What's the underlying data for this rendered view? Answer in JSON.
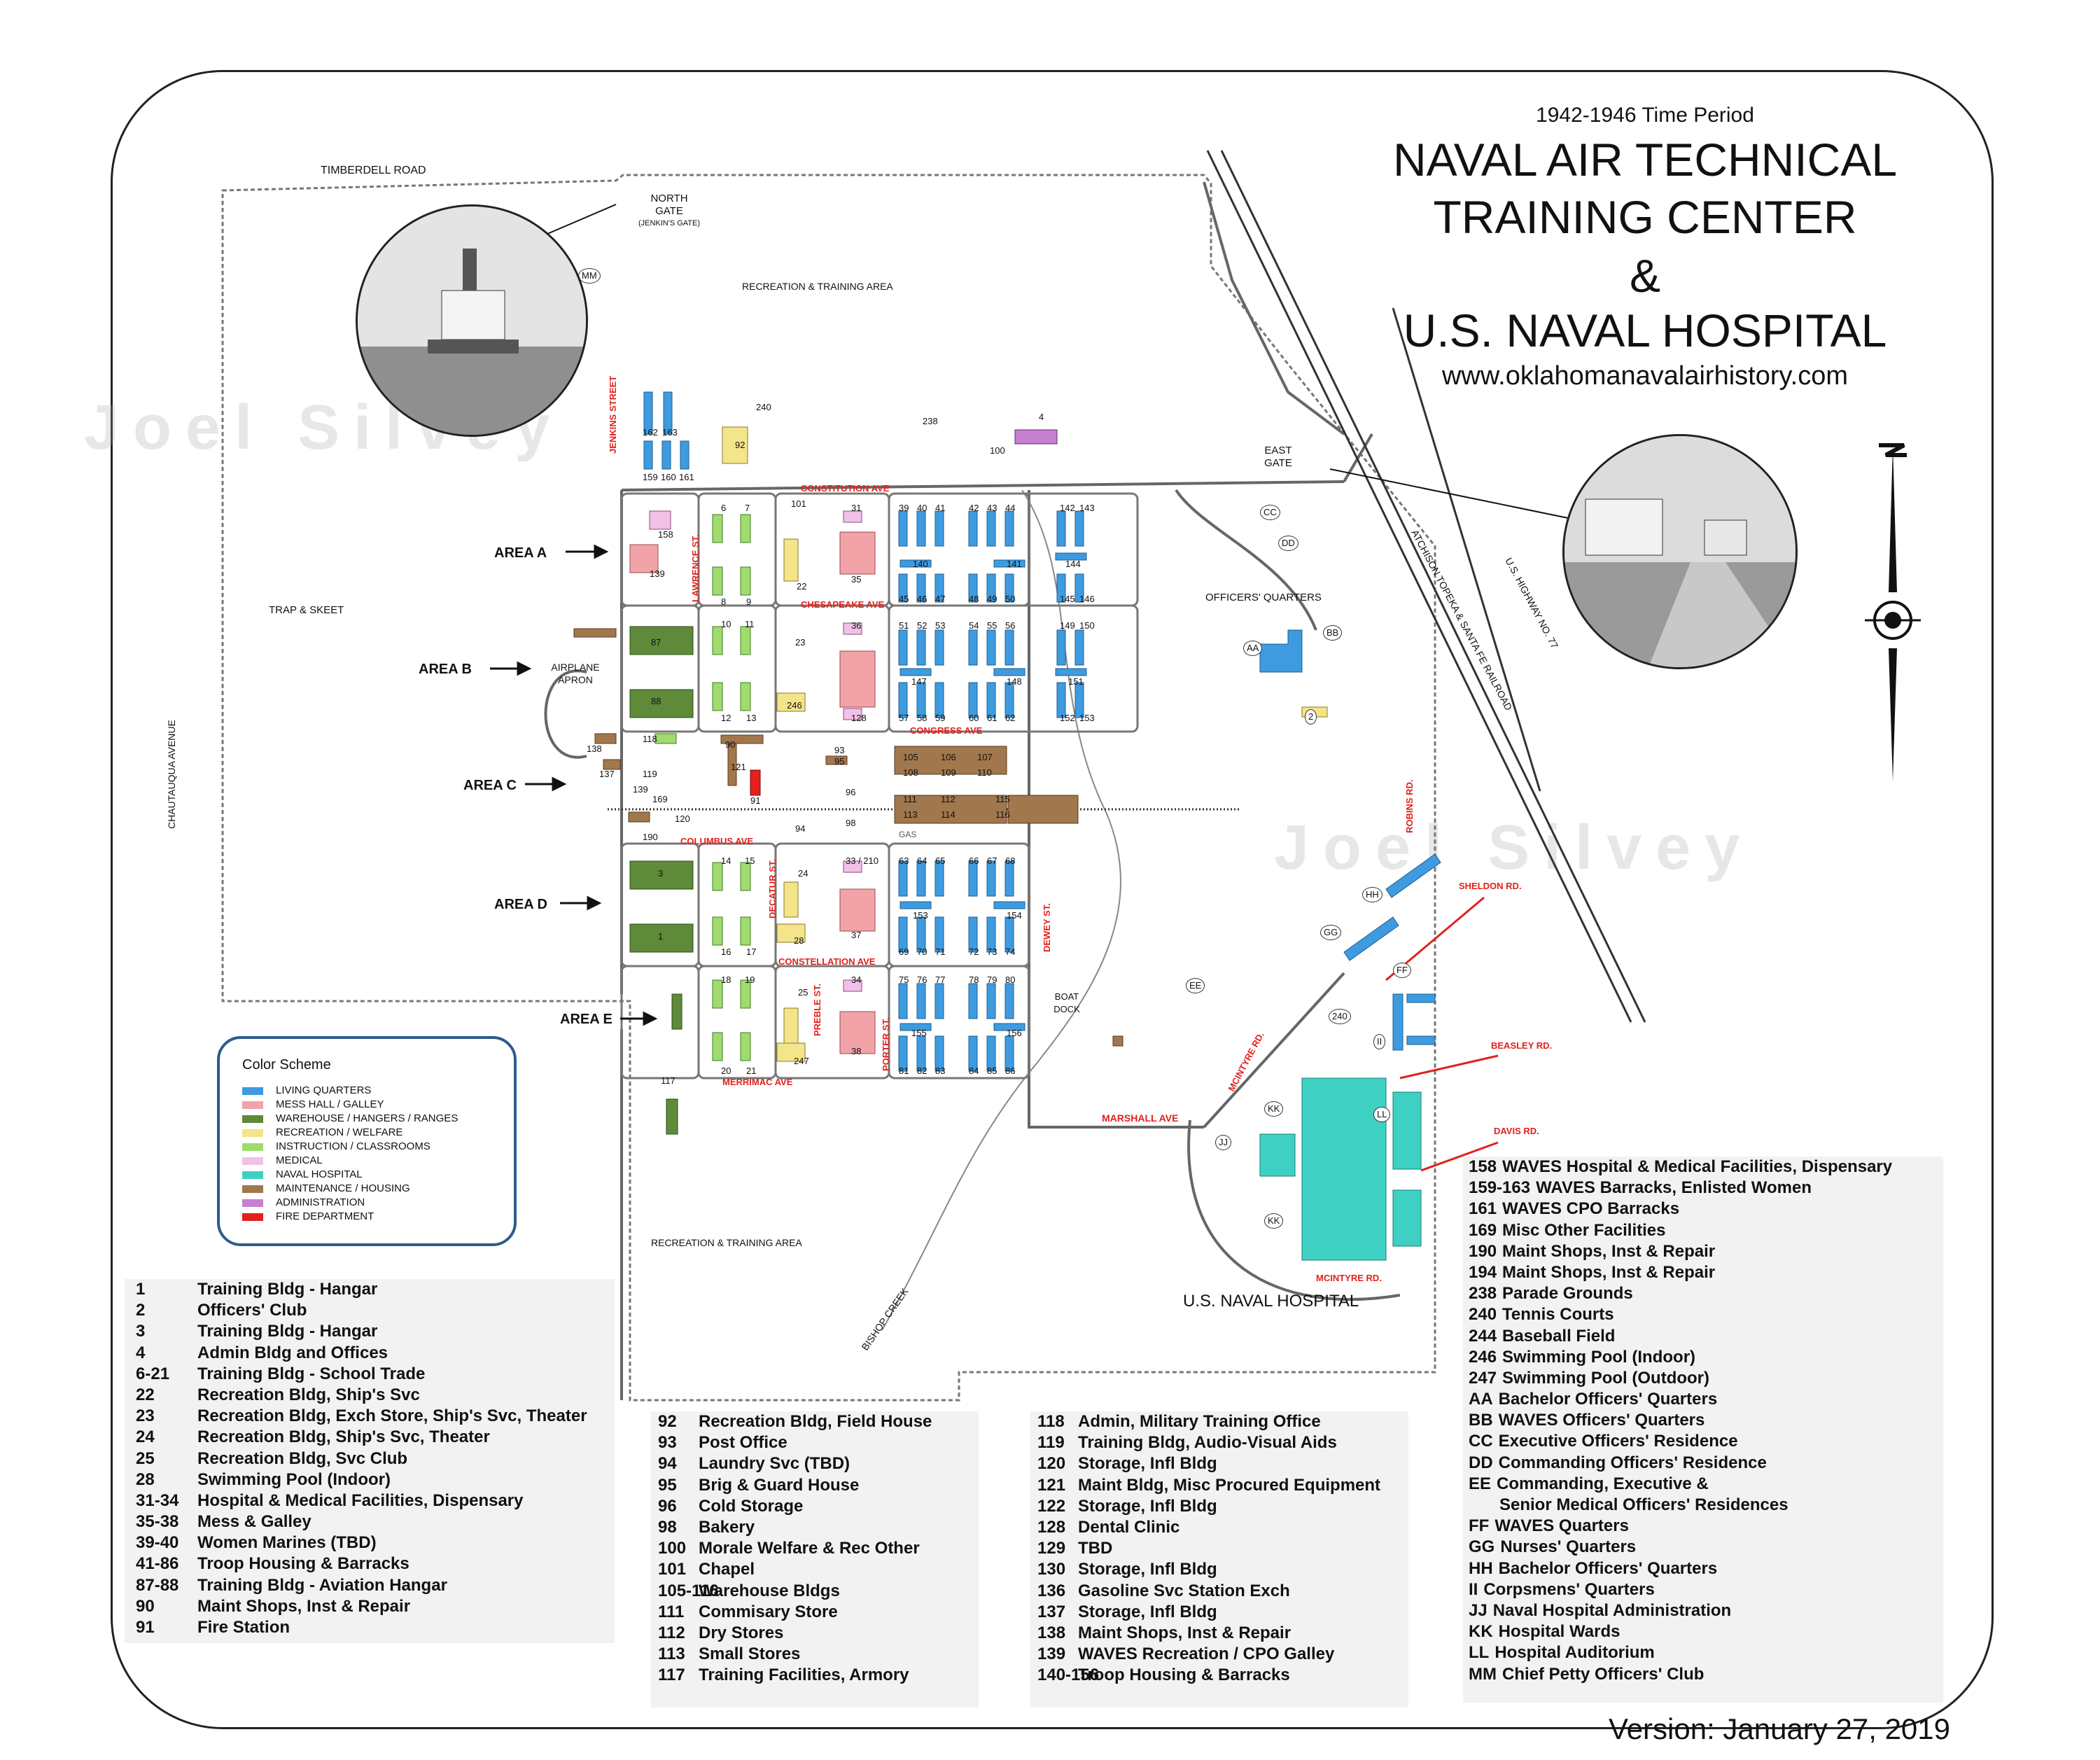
{
  "title": {
    "period": "1942-1946 Time Period",
    "line1": "NAVAL AIR TECHNICAL",
    "line2": "TRAINING CENTER",
    "ampersand": "&",
    "line3": "U.S. NAVAL HOSPITAL",
    "url": "www.oklahomanavalairhistory.com"
  },
  "version": "Version: January 27, 2019",
  "watermark": "Joel Silvey",
  "map_labels": {
    "timberdell": "TIMBERDELL ROAD",
    "north_gate": [
      "NORTH",
      "GATE",
      "(JENKIN'S GATE)"
    ],
    "rec_training_top": "RECREATION & TRAINING AREA",
    "rec_training_bottom": "RECREATION & TRAINING AREA",
    "trap_skeet": "TRAP & SKEET",
    "chautauqua": "CHAUTAUQUA AVENUE",
    "airplane_apron": [
      "AIRPLANE",
      "APRON"
    ],
    "jenkins": "JENKINS STREET",
    "lawrence": "LAWRENCE ST.",
    "decatur": "DECATUR ST.",
    "preble": "PREBLE ST.",
    "porter": "PORTER ST.",
    "dewey": "DEWEY ST.",
    "robins": "ROBINS RD.",
    "constitution": "CONSTITUTION AVE",
    "chesapeake": "CHESAPEAKE AVE",
    "congress": "CONGRESS AVE",
    "columbus": "COLUMBUS AVE",
    "constellation": "CONSTELLATION AVE",
    "merrimac": "MERRIMAC AVE",
    "marshall": "MARSHALL AVE",
    "mcintyre1": "MCINTYRE RD.",
    "mcintyre2": "MCINTYRE RD.",
    "sheldon": "SHELDON RD.",
    "beasley": "BEASLEY RD.",
    "davis": "DAVIS RD.",
    "east_gate": [
      "EAST",
      "GATE"
    ],
    "officers_quarters": "OFFICERS' QUARTERS",
    "railroad": "ATCHISON TOPEKA & SANTA FE RAILROAD",
    "highway": "U.S. HIGHWAY NO. 77",
    "boat_dock": [
      "BOAT",
      "DOCK"
    ],
    "gas": "GAS",
    "bishop_creek": "BISHOP CREEK",
    "us_naval_hospital": "U.S.  NAVAL  HOSPITAL",
    "area_a": "AREA A",
    "area_b": "AREA B",
    "area_c": "AREA C",
    "area_d": "AREA D",
    "area_e": "AREA E"
  },
  "building_numbers": {
    "top": [
      "162",
      "163",
      "159",
      "160",
      "161",
      "240",
      "92",
      "238",
      "100",
      "4"
    ],
    "area_a": [
      "158",
      "139",
      "6",
      "7",
      "8",
      "9",
      "101",
      "22",
      "31",
      "35",
      "39",
      "40",
      "41",
      "42",
      "43",
      "44",
      "140",
      "141",
      "45",
      "46",
      "47",
      "48",
      "49",
      "50",
      "142",
      "143",
      "144",
      "145",
      "146"
    ],
    "area_b": [
      "87",
      "88",
      "10",
      "11",
      "12",
      "13",
      "23",
      "246",
      "36",
      "128",
      "51",
      "52",
      "53",
      "54",
      "55",
      "56",
      "147",
      "148",
      "57",
      "58",
      "59",
      "60",
      "61",
      "62",
      "149",
      "150",
      "151",
      "152",
      "153"
    ],
    "area_c": [
      "138",
      "137",
      "118",
      "119",
      "139",
      "169",
      "120",
      "190",
      "90",
      "121",
      "91",
      "93",
      "95",
      "96",
      "98",
      "94",
      "105",
      "106",
      "107",
      "108",
      "109",
      "110",
      "111",
      "112",
      "115",
      "113",
      "114",
      "116"
    ],
    "area_d": [
      "3",
      "1",
      "14",
      "15",
      "16",
      "17",
      "24",
      "28",
      "33 / 210",
      "37",
      "63",
      "64",
      "65",
      "66",
      "67",
      "68",
      "153",
      "154",
      "69",
      "70",
      "71",
      "72",
      "73",
      "74"
    ],
    "area_e": [
      "117",
      "18",
      "19",
      "20",
      "21",
      "25",
      "247",
      "34",
      "38",
      "75",
      "76",
      "77",
      "78",
      "79",
      "80",
      "155",
      "156",
      "81",
      "82",
      "83",
      "84",
      "85",
      "86"
    ],
    "letters": [
      "MM",
      "CC",
      "DD",
      "AA",
      "BB",
      "2",
      "HH",
      "GG",
      "FF",
      "EE",
      "240",
      "II",
      "KK",
      "LL",
      "JJ",
      "KK"
    ]
  },
  "legend": {
    "title": "Color Scheme",
    "items": [
      {
        "label": "LIVING QUARTERS",
        "color": "#3e9be0"
      },
      {
        "label": "MESS HALL / GALLEY",
        "color": "#f1a3a8"
      },
      {
        "label": "WAREHOUSE / HANGERS / RANGES",
        "color": "#5f8a3a"
      },
      {
        "label": "RECREATION / WELFARE",
        "color": "#f4e48a"
      },
      {
        "label": "INSTRUCTION / CLASSROOMS",
        "color": "#9fdc6c"
      },
      {
        "label": "MEDICAL",
        "color": "#f1c1e8"
      },
      {
        "label": "NAVAL HOSPITAL",
        "color": "#3fd0c4"
      },
      {
        "label": "MAINTENANCE / HOUSING",
        "color": "#a1774d"
      },
      {
        "label": "ADMINISTRATION",
        "color": "#c77fd0"
      },
      {
        "label": "FIRE DEPARTMENT",
        "color": "#e3201b"
      }
    ]
  },
  "key_left": [
    {
      "num": "1",
      "desc": "Training Bldg - Hangar"
    },
    {
      "num": "2",
      "desc": "Officers' Club"
    },
    {
      "num": "3",
      "desc": "Training Bldg - Hangar"
    },
    {
      "num": "4",
      "desc": "Admin Bldg and Offices"
    },
    {
      "num": "6-21",
      "desc": "Training Bldg - School Trade"
    },
    {
      "num": "22",
      "desc": "Recreation Bldg, Ship's Svc"
    },
    {
      "num": "23",
      "desc": "Recreation Bldg, Exch Store, Ship's Svc, Theater"
    },
    {
      "num": "24",
      "desc": "Recreation Bldg, Ship's Svc, Theater"
    },
    {
      "num": "25",
      "desc": "Recreation Bldg, Svc Club"
    },
    {
      "num": "28",
      "desc": "Swimming Pool (Indoor)"
    },
    {
      "num": "31-34",
      "desc": "Hospital & Medical Facilities, Dispensary"
    },
    {
      "num": "35-38",
      "desc": "Mess & Galley"
    },
    {
      "num": "39-40",
      "desc": "Women Marines (TBD)"
    },
    {
      "num": "41-86",
      "desc": "Troop Housing & Barracks"
    },
    {
      "num": "87-88",
      "desc": "Training Bldg - Aviation Hangar"
    },
    {
      "num": "90",
      "desc": "Maint Shops, Inst & Repair"
    },
    {
      "num": "91",
      "desc": "Fire Station"
    }
  ],
  "key_mid1": [
    {
      "num": "92",
      "desc": "Recreation Bldg, Field House"
    },
    {
      "num": "93",
      "desc": "Post Office"
    },
    {
      "num": "94",
      "desc": "Laundry Svc (TBD)"
    },
    {
      "num": "95",
      "desc": "Brig & Guard House"
    },
    {
      "num": "96",
      "desc": "Cold Storage"
    },
    {
      "num": "98",
      "desc": "Bakery"
    },
    {
      "num": "100",
      "desc": "Morale Welfare & Rec Other"
    },
    {
      "num": "101",
      "desc": "Chapel"
    },
    {
      "num": "105-116",
      "desc": "Warehouse Bldgs"
    },
    {
      "num": "111",
      "desc": "Commisary Store"
    },
    {
      "num": "112",
      "desc": "Dry Stores"
    },
    {
      "num": "113",
      "desc": "Small Stores"
    },
    {
      "num": "117",
      "desc": "Training Facilities, Armory"
    }
  ],
  "key_mid2": [
    {
      "num": "118",
      "desc": "Admin, Military Training Office"
    },
    {
      "num": "119",
      "desc": "Training Bldg, Audio-Visual Aids"
    },
    {
      "num": "120",
      "desc": "Storage, Infl Bldg"
    },
    {
      "num": "121",
      "desc": "Maint Bldg, Misc Procured Equipment"
    },
    {
      "num": "122",
      "desc": "Storage, Infl Bldg"
    },
    {
      "num": "128",
      "desc": "Dental Clinic"
    },
    {
      "num": "129",
      "desc": "TBD"
    },
    {
      "num": "130",
      "desc": "Storage, Infl Bldg"
    },
    {
      "num": "136",
      "desc": "Gasoline Svc Station Exch"
    },
    {
      "num": "137",
      "desc": "Storage, Infl Bldg"
    },
    {
      "num": "138",
      "desc": "Maint Shops, Inst & Repair"
    },
    {
      "num": "139",
      "desc": "WAVES Recreation / CPO Galley"
    },
    {
      "num": "140-156",
      "desc": "Troop Housing & Barracks"
    }
  ],
  "key_right": [
    {
      "num": "158",
      "desc": "WAVES Hospital & Medical Facilities, Dispensary"
    },
    {
      "num": "159-163",
      "desc": "WAVES Barracks, Enlisted Women"
    },
    {
      "num": "161",
      "desc": "WAVES CPO Barracks"
    },
    {
      "num": "169",
      "desc": "Misc Other Facilities"
    },
    {
      "num": "190",
      "desc": "Maint Shops, Inst & Repair"
    },
    {
      "num": "194",
      "desc": "Maint Shops, Inst & Repair"
    },
    {
      "num": "238",
      "desc": "Parade Grounds"
    },
    {
      "num": "240",
      "desc": "Tennis Courts"
    },
    {
      "num": "244",
      "desc": "Baseball Field"
    },
    {
      "num": "246",
      "desc": "Swimming Pool (Indoor)"
    },
    {
      "num": "247",
      "desc": "Swimming Pool (Outdoor)"
    },
    {
      "num": "AA",
      "desc": "Bachelor Officers' Quarters"
    },
    {
      "num": "BB",
      "desc": "WAVES Officers' Quarters"
    },
    {
      "num": "CC",
      "desc": "Executive Officers' Residence"
    },
    {
      "num": "DD",
      "desc": "Commanding Officers' Residence"
    },
    {
      "num": "EE",
      "desc": "Commanding, Executive &"
    },
    {
      "num": "",
      "desc": "Senior Medical Officers' Residences"
    },
    {
      "num": "FF",
      "desc": "WAVES Quarters"
    },
    {
      "num": "GG",
      "desc": "Nurses' Quarters"
    },
    {
      "num": "HH",
      "desc": "Bachelor Officers' Quarters"
    },
    {
      "num": "II",
      "desc": "Corpsmens' Quarters"
    },
    {
      "num": "JJ",
      "desc": "Naval Hospital Administration"
    },
    {
      "num": "KK",
      "desc": "Hospital Wards"
    },
    {
      "num": "LL",
      "desc": "Hospital Auditorium"
    },
    {
      "num": "MM",
      "desc": "Chief Petty Officers' Club"
    }
  ]
}
